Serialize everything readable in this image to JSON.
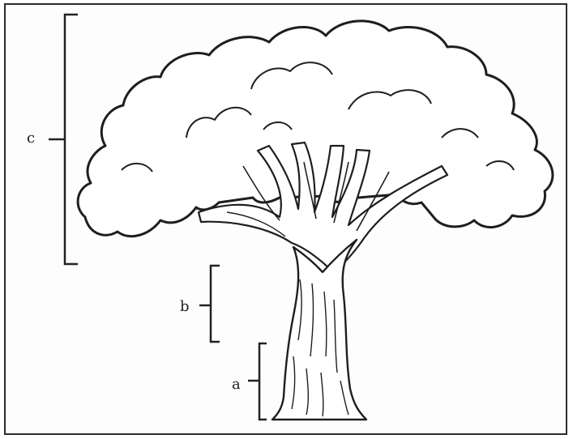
{
  "diagram": {
    "labels": {
      "a": "a",
      "b": "b",
      "c": "c"
    },
    "colors": {
      "ink": "#222222",
      "frame": "#2b2b2b",
      "background": "#fdfdfd"
    }
  }
}
